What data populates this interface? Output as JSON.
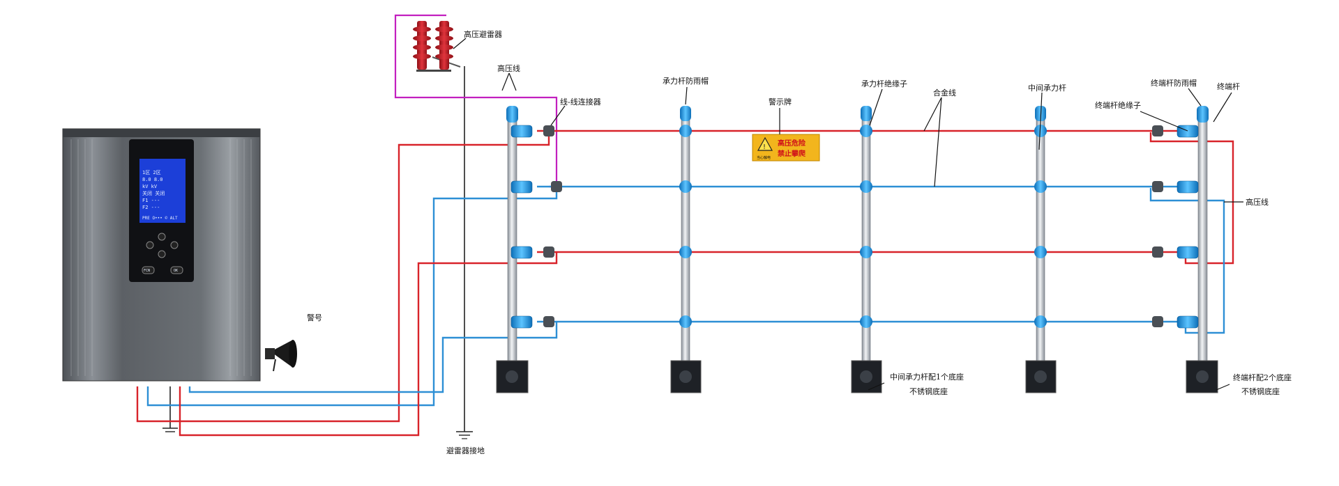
{
  "labels": {
    "surge_arrester": "高压避雷器",
    "hv_line_top": "高压线",
    "wire_connector": "线-线连接器",
    "pole_rain_cap": "承力杆防雨帽",
    "warning_sign": "警示牌",
    "pole_insulator": "承力杆绝缘子",
    "alloy_wire": "合金线",
    "middle_pole": "中间承力杆",
    "terminal_rain_cap": "终端杆防雨帽",
    "terminal_pole": "终端杆",
    "terminal_insulator": "终端杆绝缘子",
    "hv_line_right": "高压线",
    "middle_base_1": "中间承力杆配1个底座",
    "middle_base_2": "不锈钢底座",
    "terminal_base_1": "终端杆配2个底座",
    "terminal_base_2": "不锈钢底座",
    "arrester_ground": "避雷器接地",
    "alarm_horn": "警号"
  },
  "sign": {
    "line1": "高压危险",
    "line2": "禁止攀爬",
    "small": "当心触电"
  },
  "controller": {
    "screen_rows": [
      "1区 2区",
      "8.0 8.0",
      "kV kV",
      "关闭 关闭",
      "F1 ---",
      "F2 ---"
    ],
    "screen_status": "PRE  O••• ©  ALT",
    "fcn_label": "FCN",
    "ok_label": "OK"
  },
  "colors": {
    "hot_wire": "#d8232a",
    "return_wire": "#2d8fd5",
    "arrester_wire": "#c21fbf",
    "ground_wire": "#222222",
    "insulator": "#2aa0e6",
    "controller_body": "#6f7378",
    "screen": "#1c3fd8"
  }
}
